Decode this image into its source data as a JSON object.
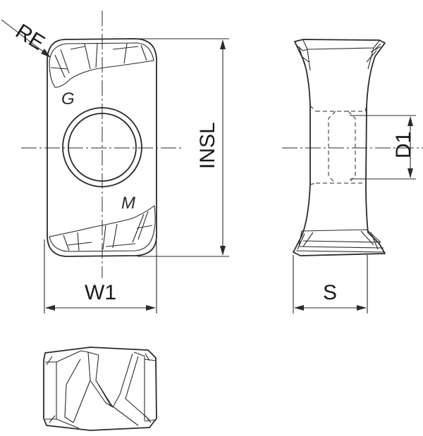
{
  "dimensions": {
    "re": "RE",
    "insl": "INSL",
    "w1": "W1",
    "d1": "D1",
    "s": "S"
  },
  "markings": {
    "top_left": "G",
    "bottom_right": "M"
  }
}
